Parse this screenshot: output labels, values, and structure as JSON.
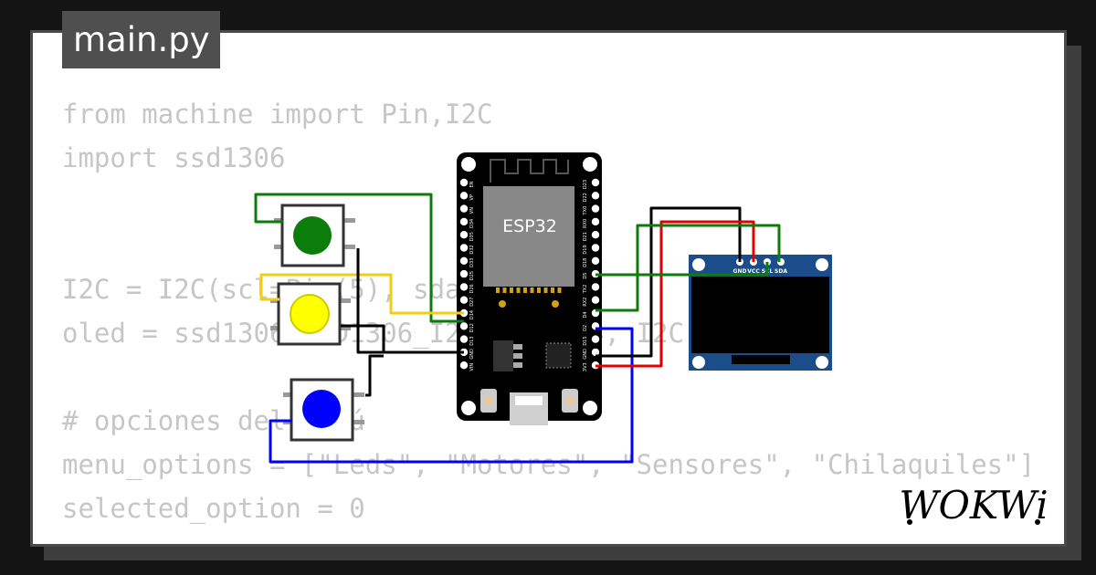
{
  "file_tab": {
    "label": "main.py"
  },
  "code_lines": [
    "from machine import Pin,I2C",
    "import ssd1306",
    "",
    "",
    "I2C = I2C(scl=Pin(5), sda=Pin(4))",
    "oled = ssd1306.SSD1306_I2C(128, 64, I2C)",
    "",
    "# opciones del menú",
    "menu_options = [\"Leds\", \"Motores\", \"Sensores\", \"Chilaquiles\"]",
    "selected_option = 0"
  ],
  "esp32": {
    "chip_label": "ESP32",
    "left_pins": [
      "EN",
      "VP",
      "VN",
      "D34",
      "D35",
      "D32",
      "D33",
      "D25",
      "D26",
      "D27",
      "D14",
      "D12",
      "D13",
      "GND",
      "VIN"
    ],
    "right_pins": [
      "D23",
      "D22",
      "TX0",
      "RX0",
      "D21",
      "D19",
      "D18",
      "D5",
      "TX2",
      "RX2",
      "D4",
      "D2",
      "D15",
      "GND",
      "3V3"
    ]
  },
  "oled": {
    "pin_labels": [
      "GND",
      "VCC",
      "SCL",
      "SDA"
    ]
  },
  "buttons": [
    {
      "name": "green",
      "color": "#0a7d0a"
    },
    {
      "name": "yellow",
      "color": "#ffff00"
    },
    {
      "name": "blue",
      "color": "#0000ff"
    }
  ],
  "wire_colors": {
    "green": "#0a7d0a",
    "yellow": "#f5cc14",
    "black": "#000000",
    "blue": "#0000ff",
    "red": "#e00000"
  },
  "logo": {
    "text": "WOKWi"
  }
}
